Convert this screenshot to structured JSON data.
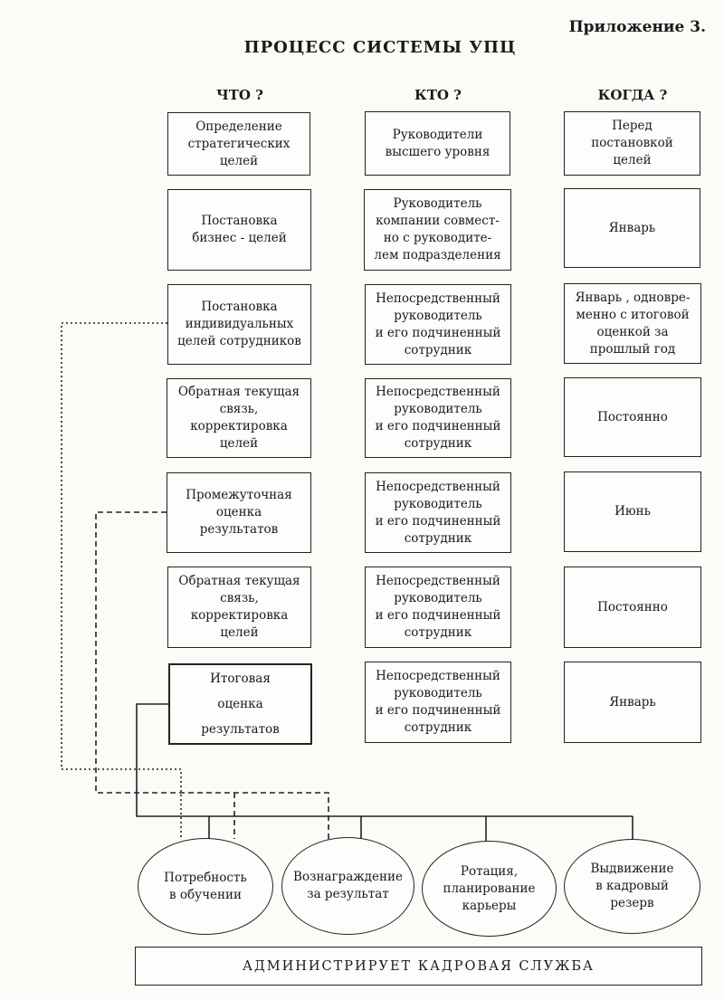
{
  "appendix_label": "Приложение 3.",
  "title": "ПРОЦЕСС СИСТЕМЫ УПЦ",
  "columns": [
    "ЧТО ?",
    "КТО ?",
    "КОГДА ?"
  ],
  "rows": [
    {
      "what": "Определение\nстратегических\nцелей",
      "who": "Руководители\nвысшего уровня",
      "when": "Перед\nпостановкой\nцелей"
    },
    {
      "what": "Постановка\nбизнес - целей",
      "who": "Руководитель\nкомпании совмест-\nно с руководите-\nлем подразделения",
      "when": "Январь"
    },
    {
      "what": "Постановка\nиндивидуальных\nцелей сотрудников",
      "who": "Непосредственный\nруководитель\nи его подчиненный\nсотрудник",
      "when": "Январь , одновре-\nменно с итоговой\nоценкой за\nпрошлый год"
    },
    {
      "what": "Обратная текущая\nсвязь,\nкорректировка\nцелей",
      "who": "Непосредственный\nруководитель\nи его подчиненный\nсотрудник",
      "when": "Постоянно"
    },
    {
      "what": "Промежуточная\nоценка\nрезультатов",
      "who": "Непосредственный\nруководитель\nи его подчиненный\nсотрудник",
      "when": "Июнь"
    },
    {
      "what": "Обратная текущая\nсвязь,\nкорректировка\nцелей",
      "who": "Непосредственный\nруководитель\nи его подчиненный\nсотрудник",
      "when": "Постоянно"
    },
    {
      "what": "Итоговая\nоценка\nрезультатов",
      "who": "Непосредственный\nруководитель\nи его подчиненный\nсотрудник",
      "when": "Январь"
    }
  ],
  "outcomes": [
    "Потребность\nв обучении",
    "Вознаграждение\nза результат",
    "Ротация,\nпланирование\nкарьеры",
    "Выдвижение\nв кадровый\nрезерв"
  ],
  "footer": "АДМИНИСТРИРУЕТ КАДРОВАЯ СЛУЖБА",
  "colors": {
    "line": "#222222",
    "background": "#fbfbf8"
  }
}
